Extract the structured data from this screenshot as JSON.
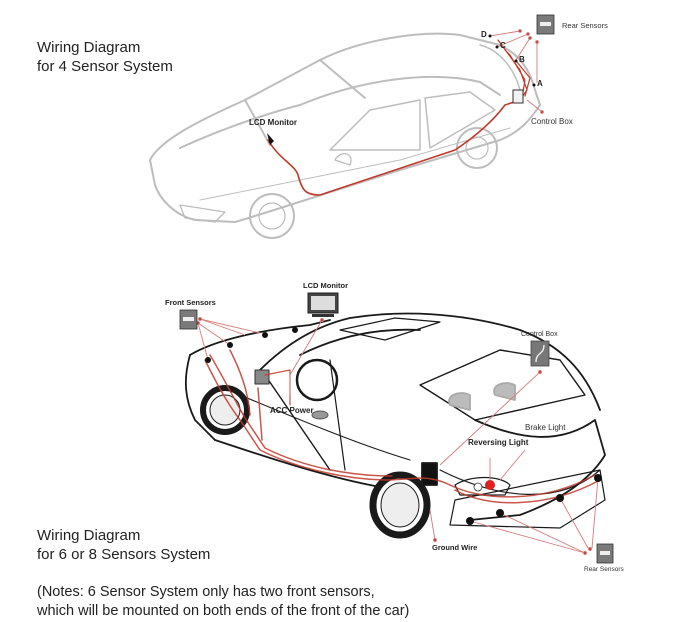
{
  "diagram_top": {
    "title_line1": "Wiring Diagram",
    "title_line2": "for 4 Sensor System",
    "labels": {
      "lcd_monitor": "LCD Monitor",
      "rear_sensors": "Rear Sensors",
      "control_box": "Control Box"
    },
    "sensor_points": [
      "A",
      "B",
      "C",
      "D"
    ]
  },
  "diagram_bottom": {
    "title_line1": "Wiring Diagram",
    "title_line2": "for 6 or 8 Sensors System",
    "labels": {
      "front_sensors": "Front Sensors",
      "lcd_monitor": "LCD Monitor",
      "control_box": "Control Box",
      "acc_power": "ACC Power",
      "brake_light": "Brake Light",
      "reversing_light": "Reversing Light",
      "ground_wire": "Ground Wire",
      "rear_sensors": "Rear Sensors"
    }
  },
  "notes": {
    "line1": "(Notes: 6 Sensor System only has two front sensors,",
    "line2": "which will be mounted on both ends of the front of the car)"
  },
  "colors": {
    "wire": "#c0392b",
    "car_outline_top": "#b8b8b8",
    "car_outline_bottom": "#1a1a1a"
  }
}
